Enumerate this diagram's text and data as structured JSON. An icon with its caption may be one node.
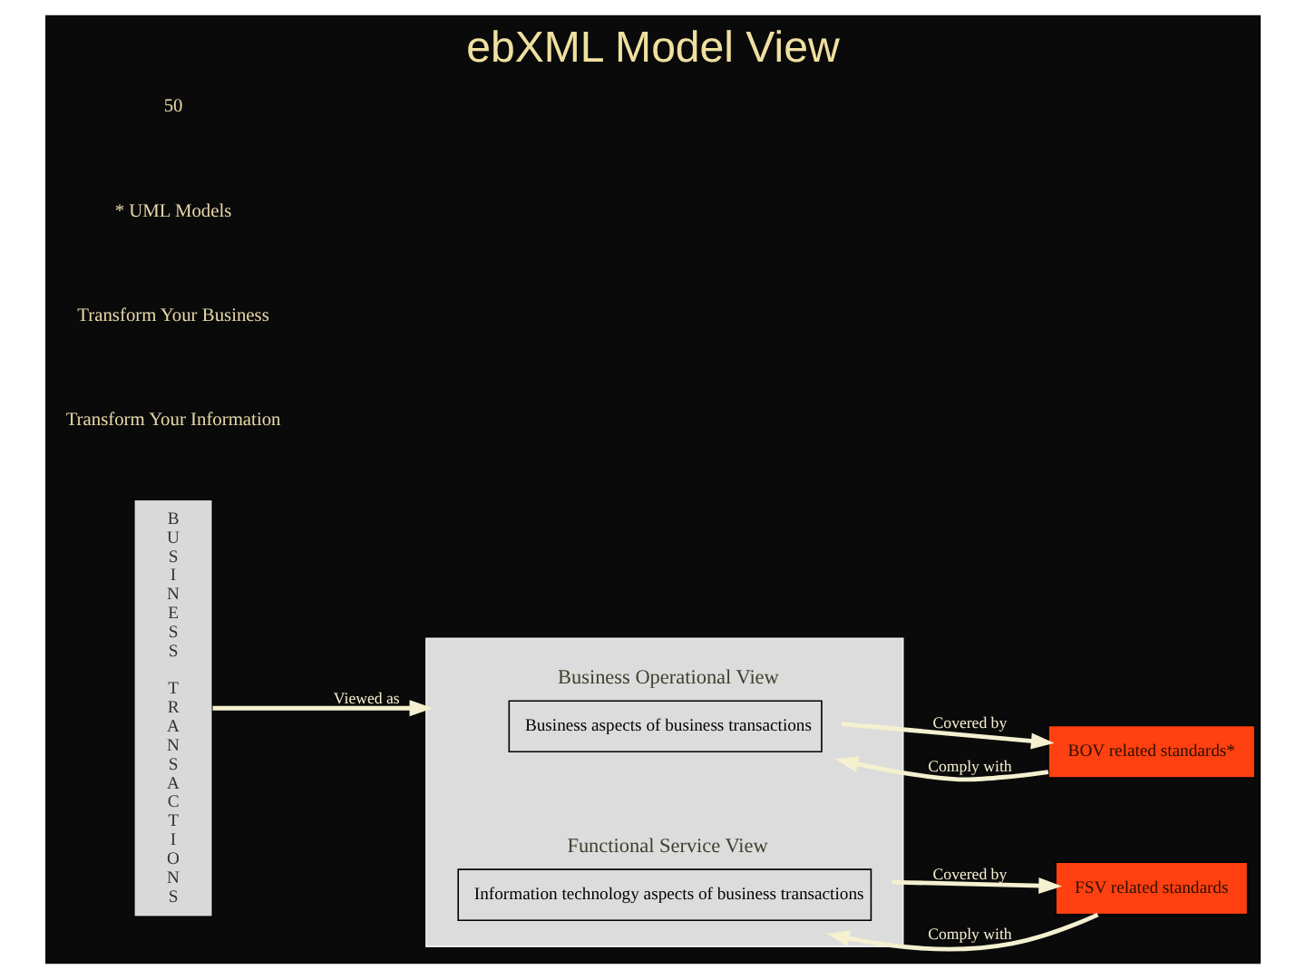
{
  "diagram": {
    "title": "ebXML Model View",
    "nodes": [
      {
        "text": [
          "BUSINESS TRANSACTIONS"
        ]
      },
      {
        "text": [],
        "shape": "box"
      },
      {
        "text": [
          "Business aspects of business transactions"
        ],
        "in": 1,
        "beside": [
          "Business Operational View"
        ]
      },
      {
        "text": [
          "Information technology aspects of business transactions"
        ],
        "in": 1,
        "beside": [
          "Functional Service View"
        ]
      },
      {
        "text": [
          "BOV related standards*"
        ]
      },
      {
        "text": [
          "FSV related standards"
        ]
      }
    ],
    "edges": [
      {
        "from": 0,
        "to": 1,
        "arrow": "to",
        "label": "Viewed as"
      },
      {
        "from": 4,
        "to": 2,
        "arrow": "to",
        "label": "Comply with"
      },
      {
        "from": 2,
        "to": 4,
        "arrow": "to",
        "label": "Covered by"
      },
      {
        "from": 5,
        "to": 3,
        "arrow": "to",
        "label": "Comply with"
      },
      {
        "from": 3,
        "to": 5,
        "arrow": "to",
        "label": "Covered by"
      }
    ],
    "labels": [
      "Transform Your Information",
      "Transform Your Business",
      "* UML Models",
      "50"
    ]
  }
}
